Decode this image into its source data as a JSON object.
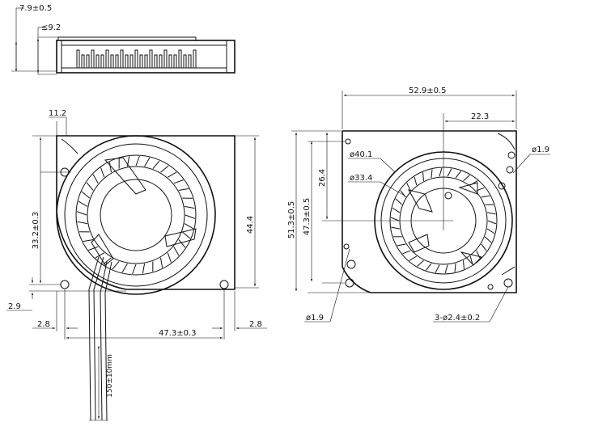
{
  "side_view": {
    "dim_total_thickness": "7.9±0.5",
    "dim_max_thickness": "≤9.2"
  },
  "front_view": {
    "dim_top_left": "11.2",
    "dim_height": "44.4",
    "dim_hole_vertical": "33.2±0.3",
    "dim_bottom_offset": "2.9",
    "dim_left_offset": "2.8",
    "dim_hole_horizontal": "47.3±0.3",
    "dim_right_offset": "2.8",
    "dim_lead_length": "150±10mm"
  },
  "rear_view": {
    "dim_width": "52.9±0.5",
    "dim_center_offset": "22.3",
    "dim_outer_diameter": "ø40.1",
    "dim_inner_diameter": "ø33.4",
    "dim_center_height": "26.4",
    "dim_total_height": "51.3±0.5",
    "dim_hole_height": "47.3±0.5",
    "dim_hole_top_right": "ø1.9",
    "dim_hole_bottom_left": "ø1.9",
    "dim_mount_holes": "3-ø2.4±0.2"
  }
}
